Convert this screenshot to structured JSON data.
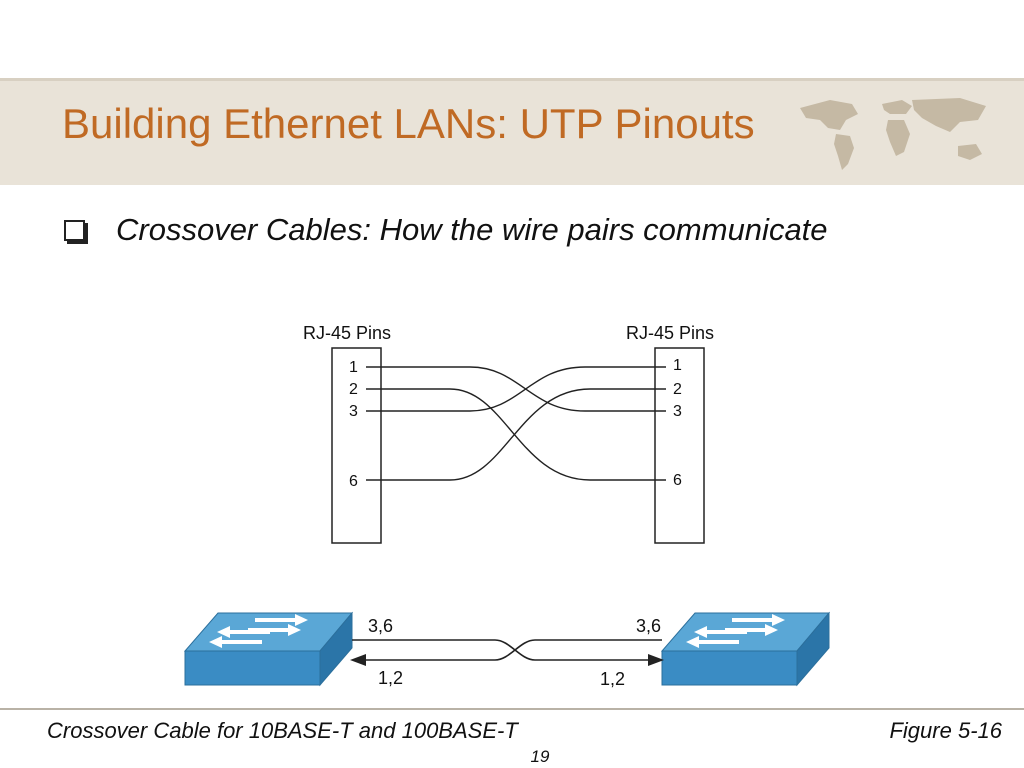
{
  "slide": {
    "title": "Building Ethernet LANs: UTP Pinouts",
    "bullet": "Crossover Cables: How the wire pairs communicate",
    "caption_left": "Crossover Cable for 10BASE-T and 100BASE-T",
    "caption_right": "Figure 5-16",
    "page_number": "19"
  },
  "diagram": {
    "left_connector_label": "RJ-45 Pins",
    "right_connector_label": "RJ-45 Pins",
    "left_pins": [
      "1",
      "2",
      "3",
      "6"
    ],
    "right_pins": [
      "1",
      "2",
      "3",
      "6"
    ],
    "top_link_label_left": "3,6",
    "top_link_label_right": "3,6",
    "bottom_link_label_left": "1,2",
    "bottom_link_label_right": "1,2"
  },
  "colors": {
    "title": "#c06a24",
    "switch_top": "#5aa7d6",
    "switch_front": "#3a8cc4",
    "switch_side": "#2b75a8"
  },
  "icons": [
    "checkbox-bullet-icon",
    "world-map-icon",
    "switch-icon"
  ]
}
